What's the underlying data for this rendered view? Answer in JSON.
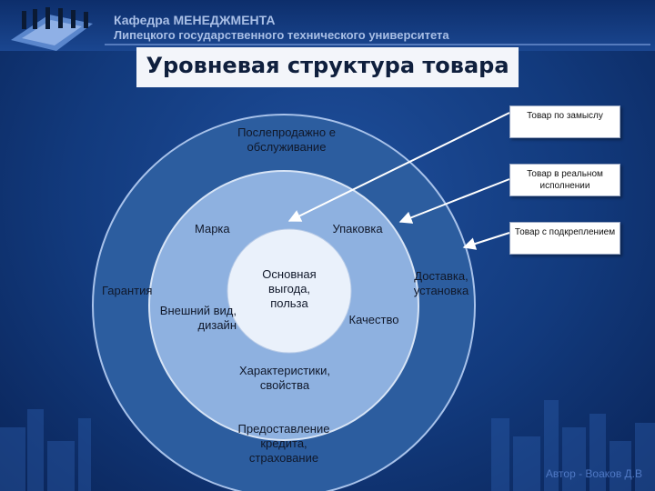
{
  "header": {
    "dept_line1": "Кафедра МЕНЕДЖМЕНТА",
    "dept_line2": "Липецкого государственного технического университета"
  },
  "slide": {
    "title": "Уровневая структура товара",
    "author": "Автор - Воаков Д.В"
  },
  "colors": {
    "outer_ring": "#2c5d9f",
    "middle_ring": "#8eb1e0",
    "inner_circle": "#eaf1fb",
    "background": "#123a7d"
  },
  "rings": {
    "outer": {
      "items": [
        "Послепродажно е обслуживание",
        "Гарантия",
        "Доставка, установка",
        "Предоставление кредита, страхование"
      ]
    },
    "middle": {
      "items": [
        "Марка",
        "Упаковка",
        "Внешний вид, дизайн",
        "Качество",
        "Характеристики, свойства"
      ]
    },
    "core": {
      "label": "Основная выгода, польза"
    }
  },
  "callouts": [
    {
      "text": "Товар по замыслу"
    },
    {
      "text": "Товар в реальном исполнении"
    },
    {
      "text": "Товар с подкреплением"
    }
  ]
}
